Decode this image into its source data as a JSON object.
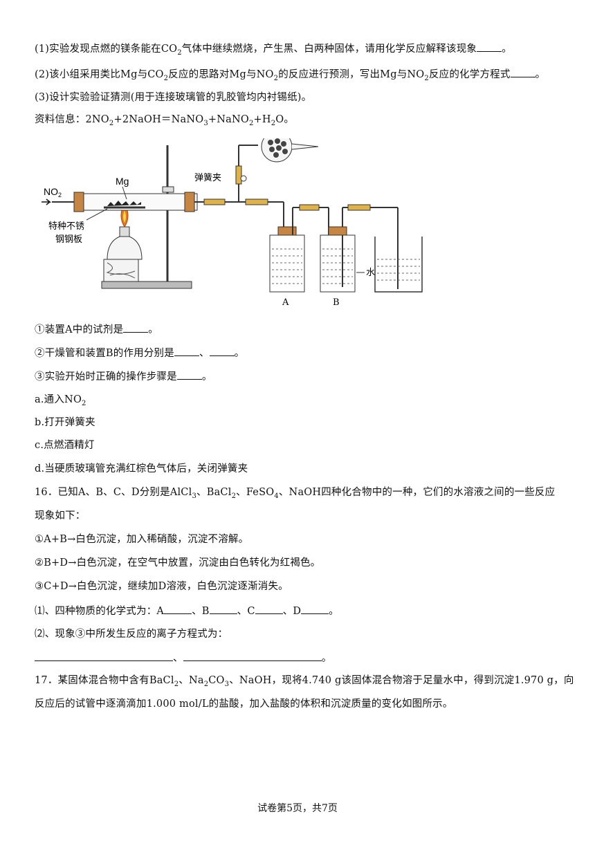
{
  "q15": {
    "p1": {
      "pre": "(1)实验发现点燃的镁条能在CO",
      "sub": "2",
      "post": "气体中继续燃烧，产生黑、白两种固体，请用化学反应解释该现象",
      "end": "。"
    },
    "p2": {
      "a": "(2)该小组采用类比Mg与CO",
      "s1": "2",
      "b": "反应的思路对Mg与NO",
      "s2": "2",
      "c": "的反应进行预测，写出Mg与NO",
      "s3": "2",
      "d": "反应的化学方程式",
      "end": "。"
    },
    "p3": "(3)设计实验验证猜测(用于连接玻璃管的乳胶管均内衬锡纸)。",
    "info": {
      "a": "资料信息：2NO",
      "s1": "2",
      "b": "+2NaOH＝NaNO",
      "s2": "3",
      "c": "+NaNO",
      "s3": "2",
      "d": "+H",
      "s4": "2",
      "e": "O。"
    },
    "figure": {
      "label_no2": "NO",
      "label_no2_sub": "2",
      "label_mg": "Mg",
      "label_clip": "弹簧夹",
      "label_plate_1": "特种不锈",
      "label_plate_2": "钢钢板",
      "label_water": "水",
      "label_a": "A",
      "label_b": "B"
    },
    "s1": {
      "pre": "①装置A中的试剂是",
      "end": "。"
    },
    "s2": {
      "pre": "②干燥管和装置B的作用分别是",
      "mid": "、",
      "end": "。"
    },
    "s3": {
      "pre": "③实验开始时正确的操作步骤是",
      "end": "。"
    },
    "opt_a": {
      "pre": "a.通入NO",
      "sub": "2"
    },
    "opt_b": "b.打开弹簧夹",
    "opt_c": "c.点燃酒精灯",
    "opt_d": "d.当硬质玻璃管充满红棕色气体后，关闭弹簧夹"
  },
  "q16": {
    "l1": {
      "a": "16．已知A、B、C、D分别是AlCl",
      "s1": "3",
      "b": "、BaCl",
      "s2": "2",
      "c": "、FeSO",
      "s3": "4",
      "d": "、NaOH四种化合物中的一种，它们的水溶液之间的一些反应"
    },
    "l2": "现象如下：",
    "r1": "①A+B→白色沉淀，加入稀硝酸，沉淀不溶解。",
    "r2": "②B+D→白色沉淀，在空气中放置，沉淀由白色转化为红褐色。",
    "r3": "③C+D→白色沉淀，继续加D溶液，白色沉淀逐渐消失。",
    "sub1": {
      "pre": "⑴、四种物质的化学式为：A",
      "b": "、B",
      "c": "、C",
      "d": "、D",
      "end": "。"
    },
    "sub2": "⑵、现象③中所发生反应的离子方程式为：",
    "ans": {
      "mid": "、",
      "end": "。"
    }
  },
  "q17": {
    "l1": {
      "a": "17．某固体混合物中含有BaCl",
      "s1": "2",
      "b": "、Na",
      "s2": "2",
      "c": "CO",
      "s3": "3",
      "d": "、NaOH，现将4.740 g该固体混合物溶于足量水中，得到沉淀1.970 g，向"
    },
    "l2": "反应后的试管中逐滴滴加1.000 mol/L的盐酸，加入盐酸的体积和沉淀质量的变化如图所示。"
  },
  "footer": "试卷第5页，共7页"
}
